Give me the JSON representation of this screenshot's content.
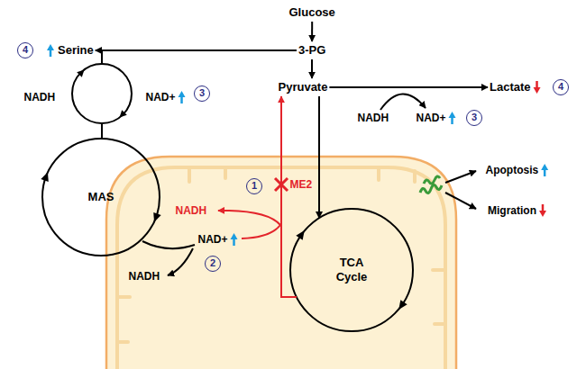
{
  "diagram": {
    "nodes": [
      {
        "text": [
          "Glucose"
        ]
      },
      {
        "text": [
          "3-PG"
        ]
      },
      {
        "text": [
          "Serine"
        ]
      },
      {
        "text": [
          "Pyruvate"
        ]
      },
      {
        "text": [
          "Lactate"
        ]
      },
      {
        "text": [
          "MAS"
        ]
      },
      {
        "text": [
          "TCA Cycle"
        ]
      }
    ],
    "edges": [
      {
        "from": 0,
        "to": 1,
        "arrow": "to"
      },
      {
        "from": 1,
        "to": 2,
        "arrow": "to"
      },
      {
        "from": 1,
        "to": 3,
        "arrow": "to"
      },
      {
        "from": 3,
        "to": 4,
        "arrow": "to"
      },
      {
        "from": 3,
        "to": 6,
        "arrow": "to"
      },
      {
        "from": 6,
        "to": 3,
        "label": "ME2",
        "arrow": "to"
      }
    ],
    "labels": [
      "4",
      "NADH",
      "NAD+",
      "3",
      "NADH",
      "NAD+",
      "3",
      "4",
      "1",
      "NADH",
      "NAD+",
      "2",
      "NADH",
      "Apoptosis",
      "Migration"
    ]
  }
}
